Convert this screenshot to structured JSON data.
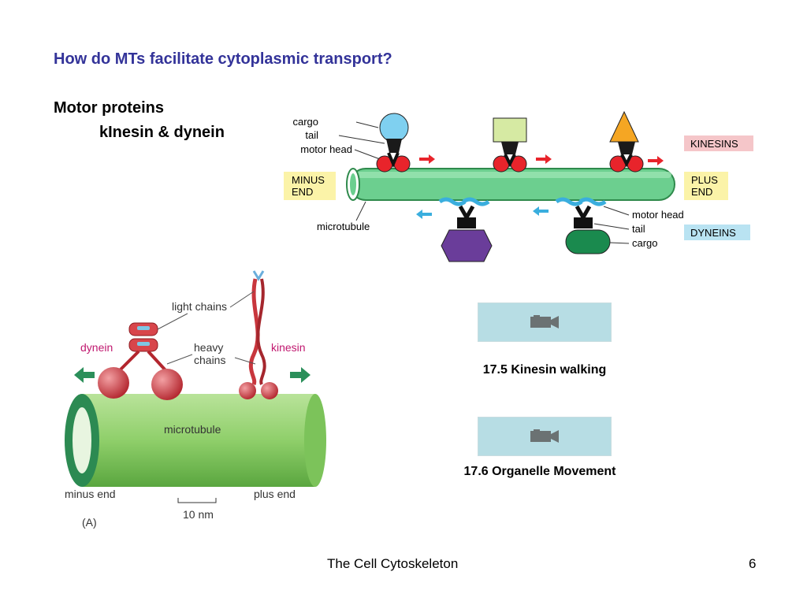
{
  "slide": {
    "title": "How do MTs facilitate cytoplasmic transport?",
    "subtitle_line1": "Motor proteins",
    "subtitle_line2": "kInesin & dynein",
    "footer": "The Cell Cytoskeleton",
    "page_number": "6"
  },
  "top_diagram": {
    "label_cargo": "cargo",
    "label_tail": "tail",
    "label_motor_head": "motor head",
    "label_minus_end_1": "MINUS",
    "label_minus_end_2": "END",
    "label_plus_end_1": "PLUS",
    "label_plus_end_2": "END",
    "label_kinesins": "KINESINS",
    "label_dyneins": "DYNEINS",
    "label_microtubule": "microtubule",
    "label_motor_head_b": "motor head",
    "label_tail_b": "tail",
    "label_cargo_b": "cargo"
  },
  "bottom_diagram": {
    "label_light_chains": "light chains",
    "label_dynein": "dynein",
    "label_heavy": "heavy",
    "label_chains": "chains",
    "label_kinesin": "kinesin",
    "label_microtubule": "microtubule",
    "label_minus_end": "minus end",
    "label_plus_end": "plus end",
    "label_scale": "10 nm",
    "label_panel": "(A)"
  },
  "videos": [
    {
      "caption": "17.5 Kinesin walking",
      "icon": "video-camera-icon"
    },
    {
      "caption": "17.6 Organelle Movement",
      "icon": "video-camera-icon"
    }
  ],
  "colors": {
    "title": "#333399",
    "kinesins_label_bg": "#f5c6c9",
    "dyneins_label_bg": "#b9e3f2",
    "end_label_bg": "#fbf3a8",
    "microtubule_green": "#6ccf8f",
    "motor_red": "#e8242b",
    "motor_blue": "#3aaede",
    "video_bg": "#b7dde4"
  }
}
